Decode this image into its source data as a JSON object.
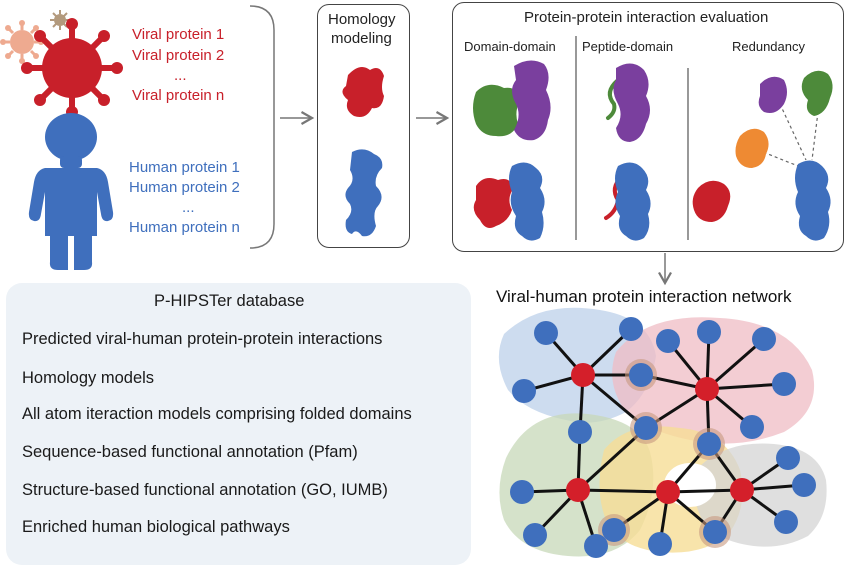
{
  "colors": {
    "viral": "#c8202a",
    "human": "#3f6fbd",
    "green": "#4d8a3a",
    "purple": "#7a3f9e",
    "orange": "#ee8a33",
    "node_blue": "#3f6fbd",
    "node_red": "#d41f2a"
  },
  "viral_list": [
    "Viral protein 1",
    "Viral protein 2",
    "...",
    "Viral protein n"
  ],
  "human_list": [
    "Human protein 1",
    "Human protein 2",
    "...",
    "Human protein n"
  ],
  "homology": {
    "title_line1": "Homology",
    "title_line2": "modeling"
  },
  "ppi": {
    "title": "Protein-protein interaction evaluation",
    "col1": "Domain-domain",
    "col2": "Peptide-domain",
    "col3": "Redundancy"
  },
  "network": {
    "title": "Viral-human protein interaction network"
  },
  "database": {
    "title": "P-HIPSTer database",
    "items": [
      "Predicted viral-human protein-protein interactions",
      "Homology models",
      "All atom iteraction models comprising folded domains",
      "Sequence-based functional annotation (Pfam)",
      "Structure-based functional annotation (GO, IUMB)",
      "Enriched human biological pathways"
    ]
  },
  "icons": {
    "virus": "virus-icon",
    "human": "human-figure-icon",
    "arrow": "arrow-right-icon"
  }
}
